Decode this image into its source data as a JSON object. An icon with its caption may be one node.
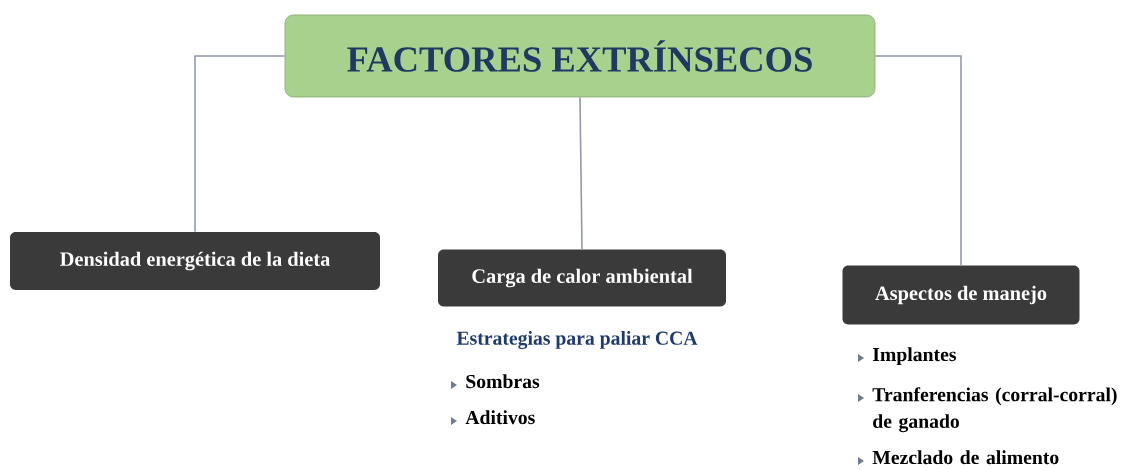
{
  "diagram": {
    "nodes": [
      {
        "text": [
          "FACTORES EXTRÍNSECOS"
        ]
      },
      {
        "text": [
          "Densidad energética de la dieta"
        ]
      },
      {
        "text": [
          "Carga de calor ambiental"
        ],
        "beside": [
          "Estrategias para paliar CCA",
          "Sombras",
          "Aditivos"
        ]
      },
      {
        "text": [
          "Aspectos de manejo"
        ],
        "beside": [
          "Implantes",
          "Tranferencias (corral-corral) de ganado",
          "Mezclado de alimento"
        ]
      }
    ],
    "edges": [
      {
        "from": 0,
        "to": 1,
        "arrow": "none"
      },
      {
        "from": 0,
        "to": 2,
        "arrow": "none"
      },
      {
        "from": 0,
        "to": 3,
        "arrow": "none"
      }
    ]
  }
}
